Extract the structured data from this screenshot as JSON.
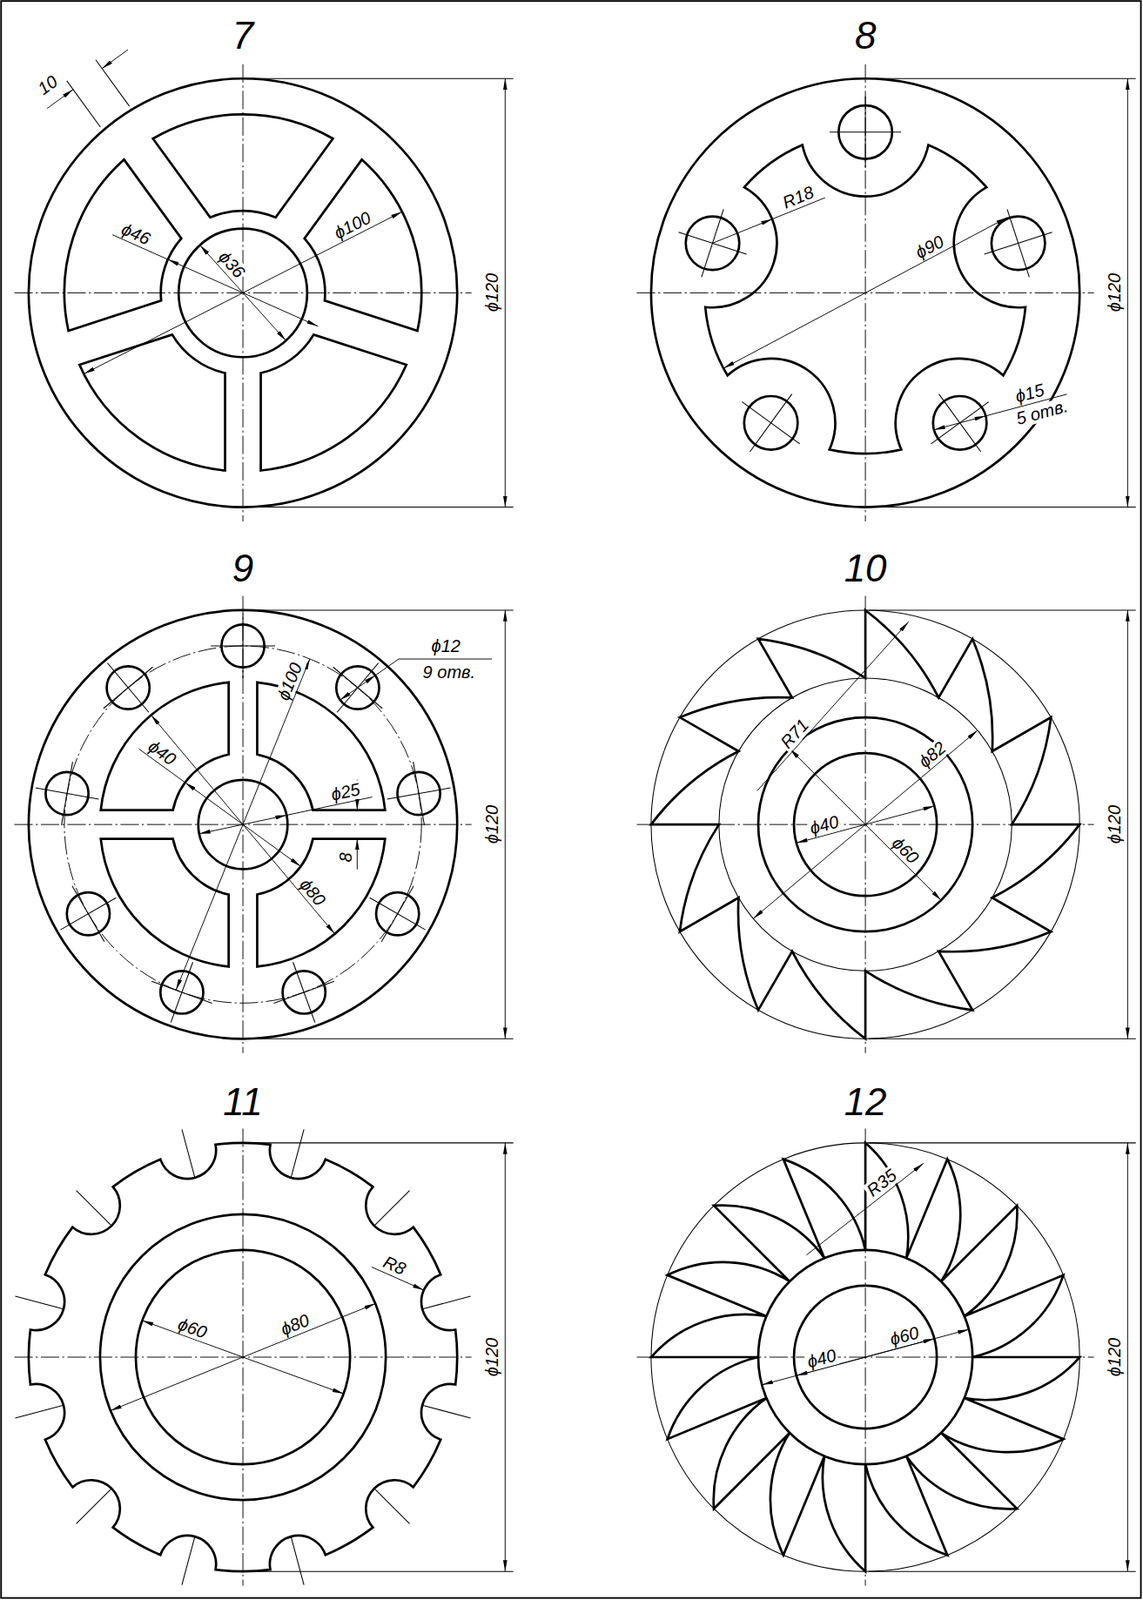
{
  "diagram": {
    "labels": [
      "7",
      "10",
      "ϕ46",
      "ϕ36",
      "ϕ100",
      "ϕ120",
      "8",
      "R18",
      "ϕ90",
      "ϕ15",
      "5 отв.",
      "ϕ120",
      "9",
      "ϕ12",
      "9 отв.",
      "ϕ40",
      "ϕ100",
      "ϕ25",
      "8",
      "ϕ80",
      "ϕ120",
      "10",
      "R71",
      "ϕ82",
      "ϕ40",
      "ϕ60",
      "ϕ120",
      "11",
      "R8",
      "ϕ60",
      "ϕ80",
      "ϕ120",
      "12",
      "R35",
      "ϕ40",
      "ϕ60",
      "ϕ120"
    ]
  }
}
